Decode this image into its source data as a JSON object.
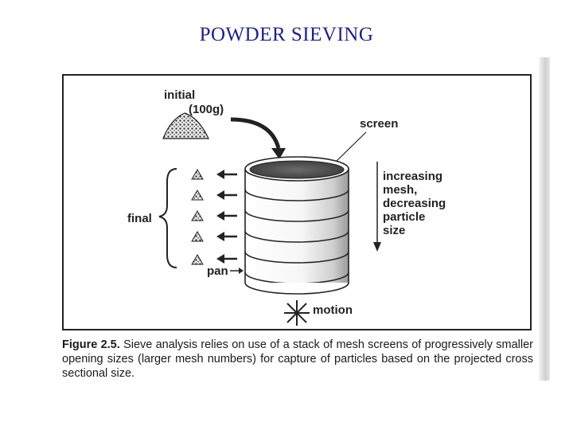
{
  "slide_title": "POWDER SIEVING",
  "figure": {
    "labels": {
      "initial": "initial",
      "initial_mass": "(100g)",
      "screen": "screen",
      "final": "final",
      "pan": "pan",
      "motion": "motion",
      "trend": [
        "increasing",
        "mesh,",
        "decreasing",
        "particle",
        "size"
      ]
    },
    "caption": {
      "figure_number": "Figure 2.5.",
      "text": "Sieve analysis relies on use of a stack of mesh screens of progressively smaller opening sizes (larger mesh numbers) for capture of particles based on the projected cross sectional size."
    }
  },
  "colors": {
    "title": "#1f1f8f",
    "ink": "#222222"
  }
}
